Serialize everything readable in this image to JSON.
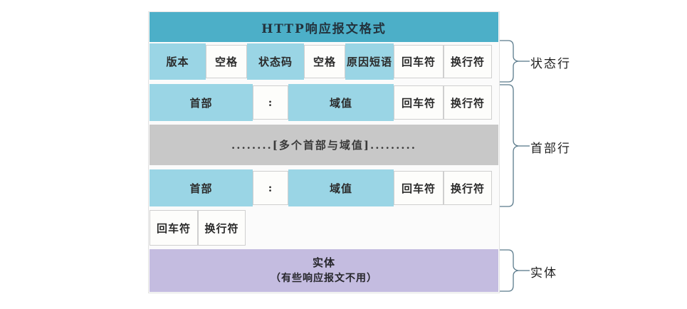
{
  "diagram": {
    "title": "HTTP响应报文格式",
    "colors": {
      "title_bar": "#4cafc8",
      "field_blue": "#9ad5e5",
      "field_white": "#fdfdfb",
      "ellipsis_gray": "#c8c8c8",
      "entity_purple": "#c4bce0",
      "brace_stroke": "#5b7b8c"
    },
    "rows": {
      "status_line": {
        "name": "状态行",
        "cells": [
          {
            "label": "版本",
            "style": "blue"
          },
          {
            "label": "空格",
            "style": "white"
          },
          {
            "label": "状态码",
            "style": "blue"
          },
          {
            "label": "空格",
            "style": "white"
          },
          {
            "label": "原因短语",
            "style": "blue"
          },
          {
            "label": "回车符",
            "style": "white"
          },
          {
            "label": "换行符",
            "style": "white"
          }
        ]
      },
      "header_line_1": {
        "cells": [
          {
            "label": "首部",
            "style": "blue"
          },
          {
            "label": ":",
            "style": "white"
          },
          {
            "label": "域值",
            "style": "blue"
          },
          {
            "label": "回车符",
            "style": "white"
          },
          {
            "label": "换行符",
            "style": "white"
          }
        ]
      },
      "ellipsis_row": {
        "label": "........[多个首部与域值]........."
      },
      "header_line_2": {
        "cells": [
          {
            "label": "首部",
            "style": "blue"
          },
          {
            "label": ":",
            "style": "white"
          },
          {
            "label": "域值",
            "style": "blue"
          },
          {
            "label": "回车符",
            "style": "white"
          },
          {
            "label": "换行符",
            "style": "white"
          }
        ]
      },
      "blank_crlf_row": {
        "cells": [
          {
            "label": "回车符",
            "style": "white"
          },
          {
            "label": "换行符",
            "style": "white"
          }
        ]
      },
      "entity_row": {
        "label": "实体",
        "sublabel": "（有些响应报文不用）"
      }
    },
    "side_labels": [
      {
        "text": "状态行"
      },
      {
        "text": "首部行"
      },
      {
        "text": "实体"
      }
    ]
  }
}
